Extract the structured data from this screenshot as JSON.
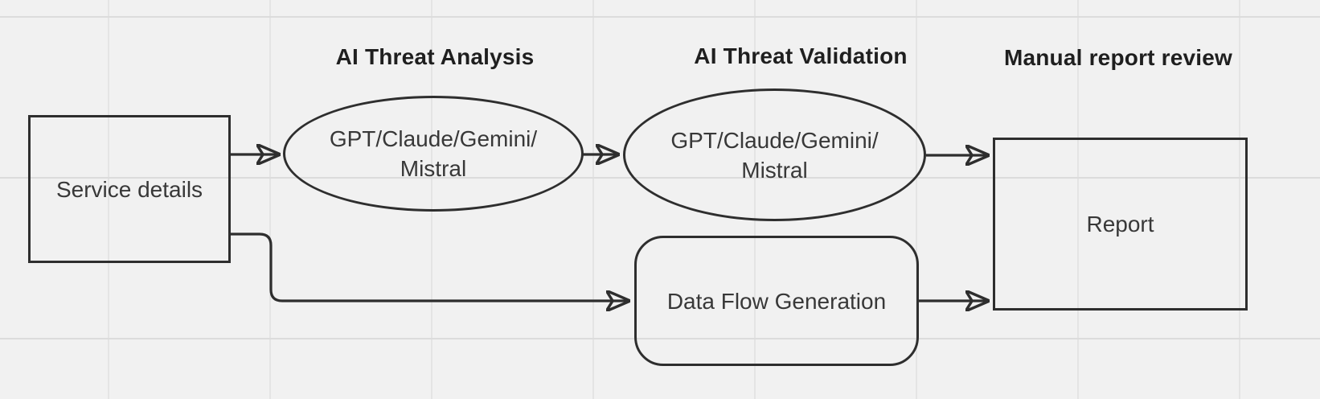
{
  "diagram": {
    "headings": [
      {
        "id": "analysis",
        "label": "AI Threat Analysis"
      },
      {
        "id": "validation",
        "label": "AI Threat Validation"
      },
      {
        "id": "review",
        "label": "Manual report review"
      }
    ],
    "nodes": {
      "service": {
        "label": "Service details",
        "shape": "rectangle"
      },
      "analysis": {
        "shape": "ellipse",
        "lines": [
          "GPT/Claude/Gemini/",
          "Mistral"
        ]
      },
      "validation": {
        "shape": "ellipse",
        "lines": [
          "GPT/Claude/Gemini/",
          "Mistral"
        ]
      },
      "dataflow": {
        "label": "Data Flow Generation",
        "shape": "rounded-rectangle"
      },
      "report": {
        "label": "Report",
        "shape": "rectangle"
      }
    },
    "edges": [
      {
        "from": "service",
        "to": "analysis"
      },
      {
        "from": "analysis",
        "to": "validation"
      },
      {
        "from": "validation",
        "to": "report"
      },
      {
        "from": "service",
        "to": "dataflow"
      },
      {
        "from": "dataflow",
        "to": "report"
      }
    ],
    "colors": {
      "background": "#f1f1f1",
      "grid_vertical": "#e4e4e4",
      "grid_horizontal": "#dcdcdc",
      "stroke": "#2e2e2e",
      "node_text": "#383838",
      "heading_text": "#1f1f1f"
    }
  }
}
